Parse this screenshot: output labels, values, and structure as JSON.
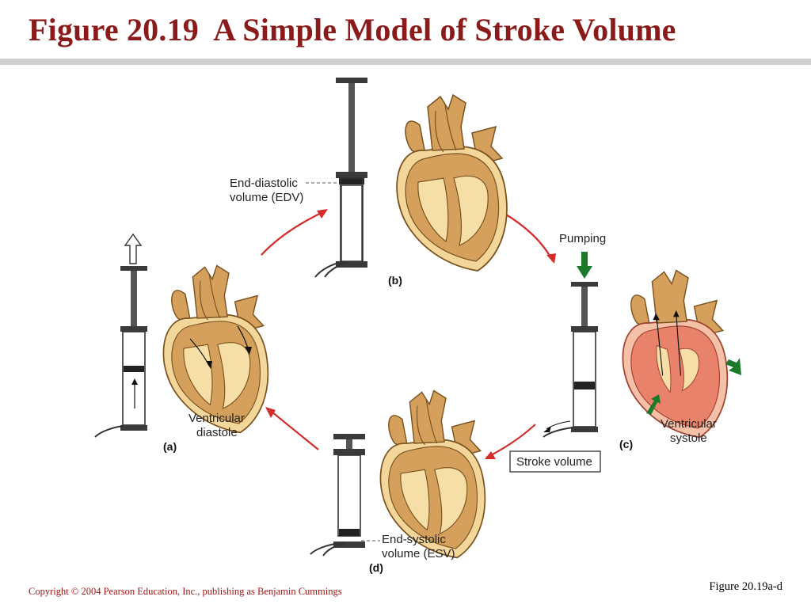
{
  "title": "Figure 20.19  A Simple Model of Stroke Volume",
  "panels": {
    "a": {
      "letter": "(a)",
      "caption_line1": "Ventricular",
      "caption_line2": "diastole"
    },
    "b": {
      "letter": "(b)",
      "edv_line1": "End-diastolic",
      "edv_line2": "volume (EDV)"
    },
    "c": {
      "letter": "(c)",
      "pumping": "Pumping",
      "caption_line1": "Ventricular",
      "caption_line2": "systole",
      "stroke_volume": "Stroke volume"
    },
    "d": {
      "letter": "(d)",
      "esv_line1": "End-systolic",
      "esv_line2": "volume (ESV)"
    }
  },
  "footer": {
    "copyright": "Copyright © 2004 Pearson Education, Inc., publishing as Benjamin Cummings",
    "figure_ref": "Figure 20.19a-d"
  },
  "colors": {
    "title": "#8b1a1a",
    "heart": "#d4a05c",
    "heart_outline": "#7a5220",
    "heart_inner": "#f5dfa6",
    "systole_red": "#e8826a",
    "arrow_red": "#d62b2b",
    "arrow_green": "#1a7a2a",
    "syringe": "#3a3a3a"
  },
  "icons": [
    "heart-illustration",
    "syringe-icon",
    "cycle-arrow-icon",
    "pressure-arrow-icon",
    "pull-up-arrow-icon"
  ]
}
